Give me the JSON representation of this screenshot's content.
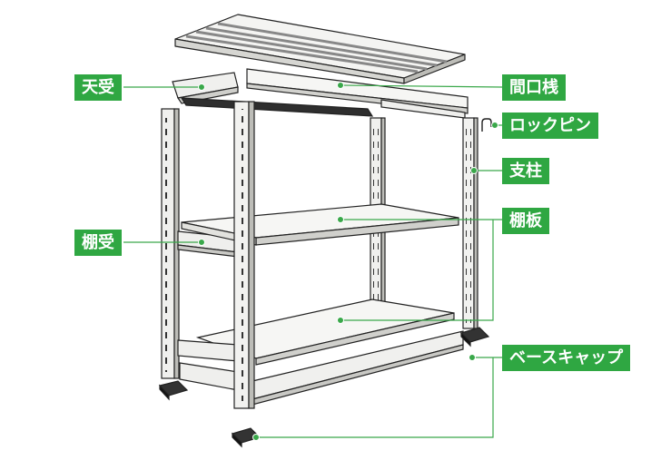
{
  "labels": {
    "tenuke": "天受",
    "tanauke": "棚受",
    "maguchi": "間口桟",
    "lockpin": "ロックピン",
    "shichu": "支柱",
    "tanaita": "棚板",
    "basecap": "ベースキャップ"
  },
  "colors": {
    "label_bg": "#2fa742",
    "label_text": "#ffffff",
    "leader": "#3aa84a",
    "steel_light": "#f2f2f0",
    "steel_shade": "#cfcfcb",
    "outline": "#222222"
  }
}
